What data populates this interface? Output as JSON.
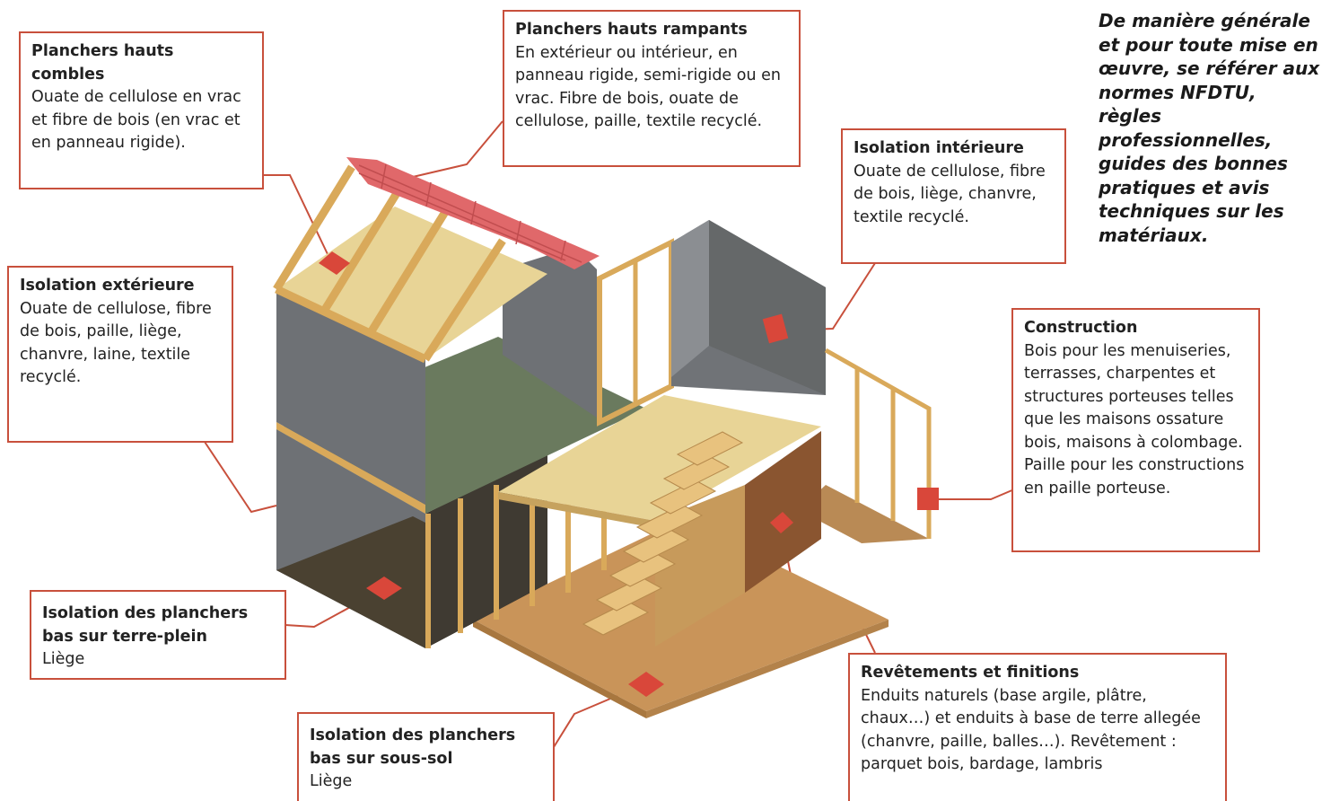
{
  "callouts": {
    "combles": {
      "title": "Planchers hauts combles",
      "body": "Ouate de cellulose en vrac et fibre de bois (en vrac et en panneau rigide)."
    },
    "rampants": {
      "title": "Planchers hauts rampants",
      "body": "En extérieur ou intérieur, en panneau rigide, semi-rigide ou en vrac. Fibre de bois, ouate de cellulose, paille, textile recyclé."
    },
    "interieure": {
      "title": "Isolation intérieure",
      "body": "Ouate de cellulose, fibre de bois, liège, chanvre, textile recyclé."
    },
    "exterieure": {
      "title": "Isolation extérieure",
      "body": "Ouate de cellulose, fibre de bois, paille, liège, chanvre, laine, textile recyclé."
    },
    "construction": {
      "title": "Construction",
      "body": "Bois pour les menuiseries, terrasses, charpentes et structures porteuses telles que les maisons ossature bois, maisons à colombage. Paille pour les constructions en paille porteuse."
    },
    "terreplein": {
      "title": "Isolation des planchers bas sur terre-plein",
      "body": "Liège"
    },
    "soussol": {
      "title": "Isolation des planchers bas sur sous-sol",
      "body": "Liège"
    },
    "revetements": {
      "title": "Revêtements et finitions",
      "body": "Enduits naturels (base argile, plâtre, chaux…) et enduits à base de terre allegée (chanvre, paille, balles…). Revêtement : parquet bois, bardage, lambris"
    }
  },
  "note": "De manière générale et pour toute mise en œuvre, se référer aux normes NFDTU, règles professionnelles, guides des bonnes pratiques et avis techniques sur les matériaux.",
  "colors": {
    "accent": "#c8503c",
    "marker": "#d9473a",
    "roof": "#e0686a",
    "wood": "#d9a95a",
    "wall": "#6e7175",
    "panel": "#e8d496",
    "floor_green": "#6a7a5e",
    "floor_dark": "#4a3e2f"
  }
}
